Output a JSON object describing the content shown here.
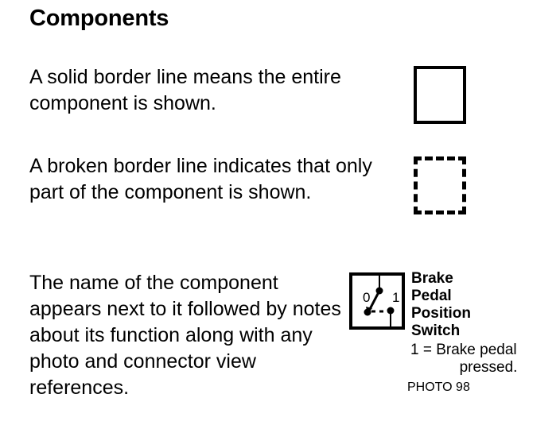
{
  "slide": {
    "title": "Components",
    "background_color": "#ffffff",
    "text_color": "#000000"
  },
  "paragraphs": [
    {
      "id": "solid",
      "text": "A solid border line means the entire component is shown."
    },
    {
      "id": "broken",
      "text": "A broken border line indicates that only part of the component is shown."
    },
    {
      "id": "name",
      "text": "The name of the component appears next to it followed by notes about its function along with any photo and connector view references."
    }
  ],
  "examples": {
    "solid_box": {
      "border_style": "solid",
      "border_color": "#000000",
      "border_width": "4px"
    },
    "dashed_box": {
      "border_style": "dashed",
      "border_color": "#000000",
      "border_width": "5px"
    }
  },
  "switch_symbol": {
    "border_style": "solid",
    "position_labels": {
      "zero": "0",
      "one": "1"
    },
    "contact_line_style": "dashed"
  },
  "component": {
    "name_lines": "Brake\nPedal\nPosition\nSwitch",
    "name": "Brake Pedal Position Switch",
    "note_line_1": "1 = Brake pedal",
    "note_line_2": "pressed.",
    "photo_reference": "PHOTO 98"
  }
}
